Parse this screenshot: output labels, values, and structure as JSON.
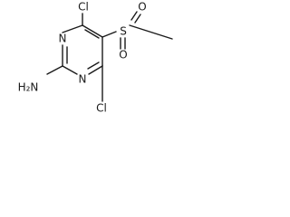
{
  "molecule": {
    "atoms": {
      "cl_top": "Cl",
      "cl_bottom": "Cl",
      "n_upper": "N",
      "n_lower": "N",
      "amine": "H₂N",
      "sulfur": "S",
      "oxygen_left": "O",
      "oxygen_right": "O"
    }
  },
  "colors": {
    "ink": "#1a1a1a",
    "background": "#ffffff"
  }
}
